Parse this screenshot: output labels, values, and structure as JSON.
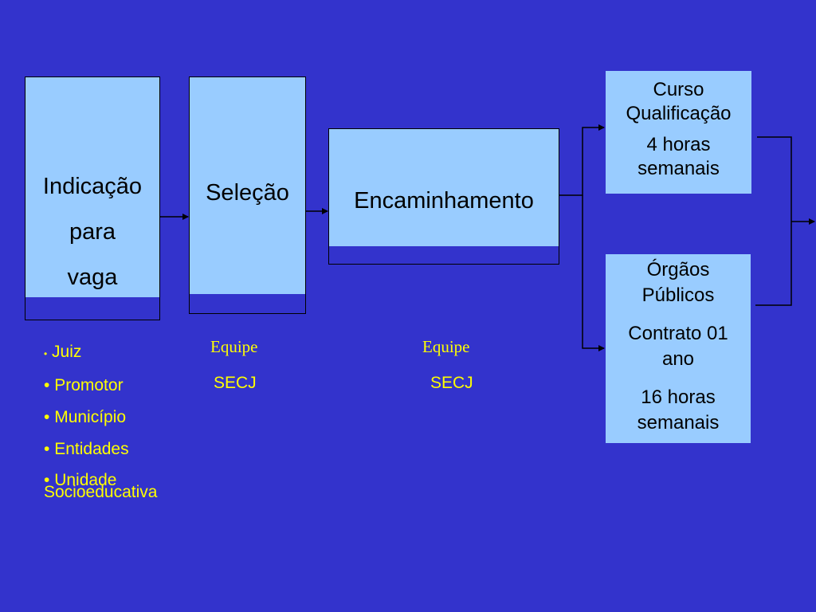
{
  "boxes": {
    "indicacao": {
      "line1": "Indicação",
      "line2": "para",
      "line3": "vaga"
    },
    "selecao": {
      "label": "Seleção"
    },
    "encaminhamento": {
      "label": "Encaminhamento"
    },
    "curso": {
      "line1": "Curso",
      "line2": "Qualificação",
      "line3": "4 horas",
      "line4": "semanais"
    },
    "orgaos": {
      "line1": "Órgãos",
      "line2": "Públicos",
      "line3": "Contrato 01",
      "line4": "ano",
      "line5": "16 horas",
      "line6": "semanais"
    }
  },
  "indicacao_list": [
    "Juiz",
    "Promotor",
    "Município",
    "Entidades",
    "Unidade"
  ],
  "indicacao_list_cont": "Socioeducativa",
  "selecao_team": {
    "line1": "Equipe",
    "line2": "SECJ"
  },
  "encaminhamento_team": {
    "line1": "Equipe",
    "line2": "SECJ"
  },
  "colors": {
    "background": "#3333CC",
    "box": "#99CCFF",
    "text_highlight": "#FFFF00"
  }
}
